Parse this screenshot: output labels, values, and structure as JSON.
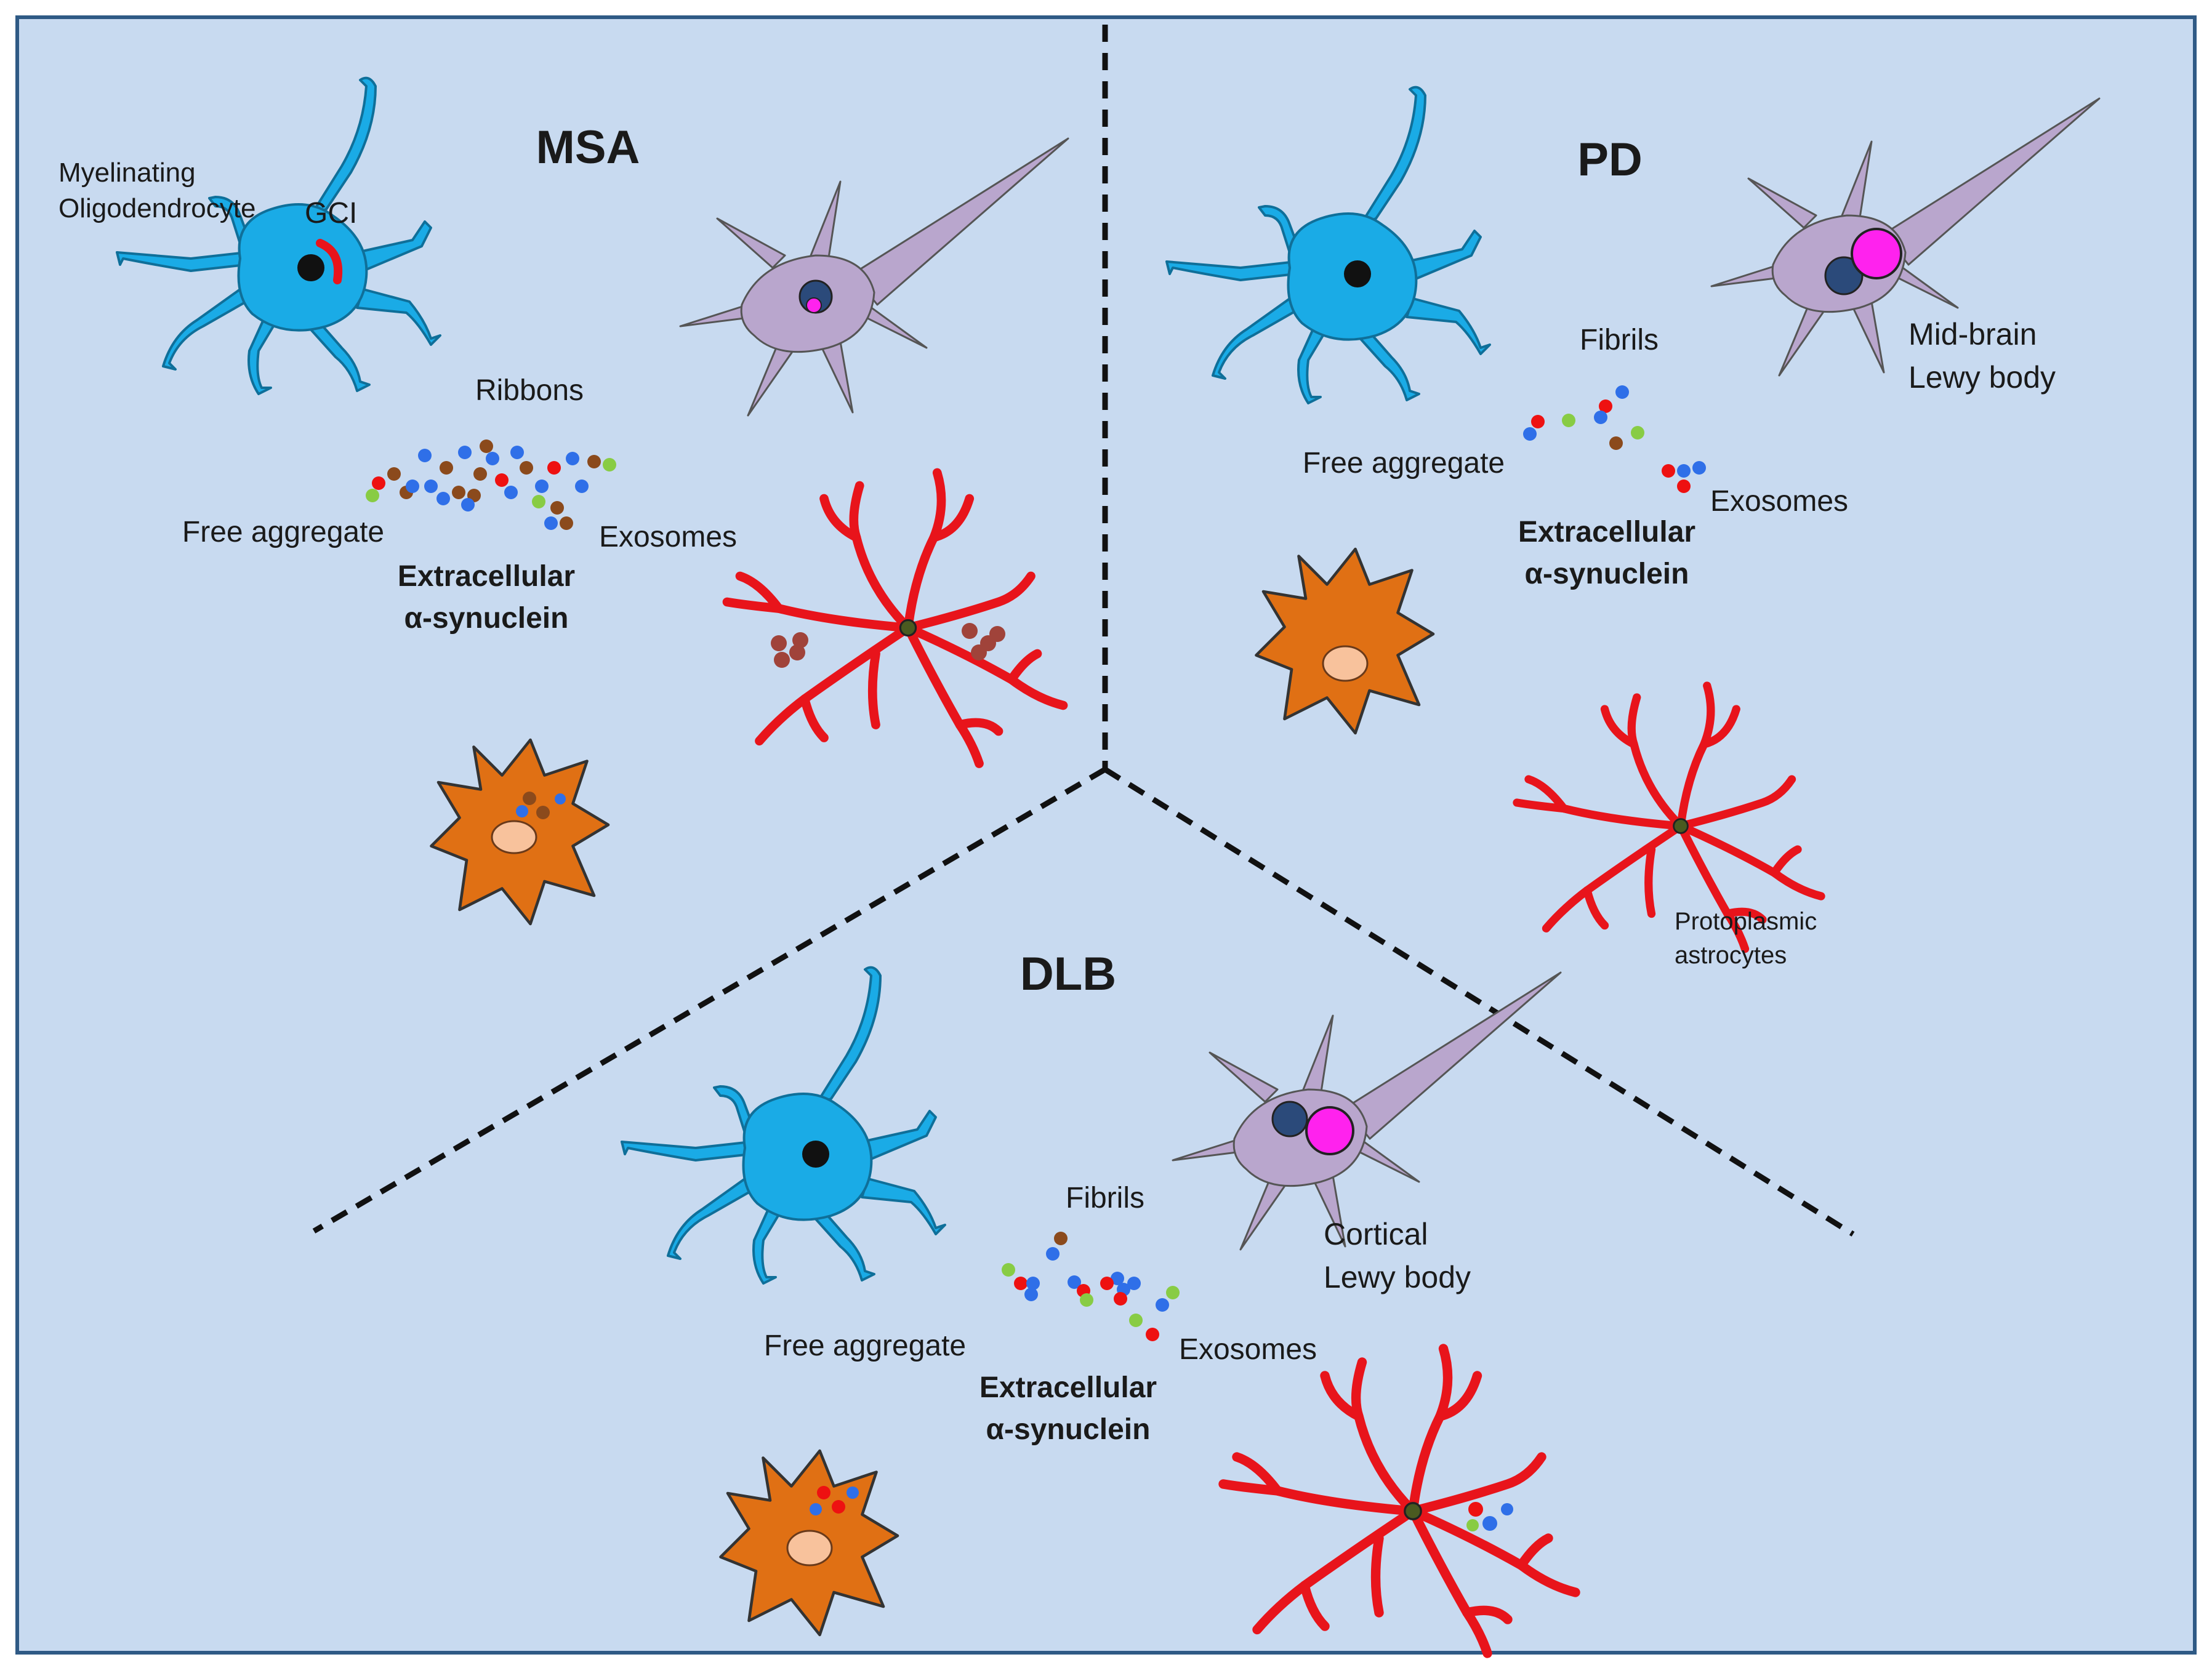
{
  "colors": {
    "panel_bg": "#c8daf0",
    "panel_border": "#2f5a85",
    "oligodendrocyte": "#1aabe6",
    "neuron": "#b9a6cd",
    "lewy_body": "#ff22ee",
    "nucleus_dark": "#2b4a7a",
    "astrocyte": "#e8141b",
    "microglia": "#e07014",
    "microglia_nucleus": "#f8c29c",
    "dot_red": "#ee1111",
    "dot_blue": "#2f6fe8",
    "dot_green": "#88cc44",
    "dot_brown": "#8b4a1c"
  },
  "sections": {
    "msa": {
      "title": "MSA",
      "oligo_label_1": "Myelinating",
      "oligo_label_2": "Oligodendrocyte",
      "gci_label": "GCI",
      "ribbons_label": "Ribbons",
      "free_aggregate_label": "Free aggregate",
      "exosomes_label": "Exosomes",
      "extracellular_1": "Extracellular",
      "extracellular_2": "α-synuclein"
    },
    "pd": {
      "title": "PD",
      "fibrils_label": "Fibrils",
      "lewy_label_1": "Mid-brain",
      "lewy_label_2": "Lewy body",
      "free_aggregate_label": "Free aggregate",
      "exosomes_label": "Exosomes",
      "extracellular_1": "Extracellular",
      "extracellular_2": "α-synuclein",
      "astro_label_1": "Protoplasmic",
      "astro_label_2": "astrocytes"
    },
    "dlb": {
      "title": "DLB",
      "fibrils_label": "Fibrils",
      "lewy_label_1": "Cortical",
      "lewy_label_2": "Lewy body",
      "free_aggregate_label": "Free aggregate",
      "exosomes_label": "Exosomes",
      "extracellular_1": "Extracellular",
      "extracellular_2": "α-synuclein"
    }
  }
}
